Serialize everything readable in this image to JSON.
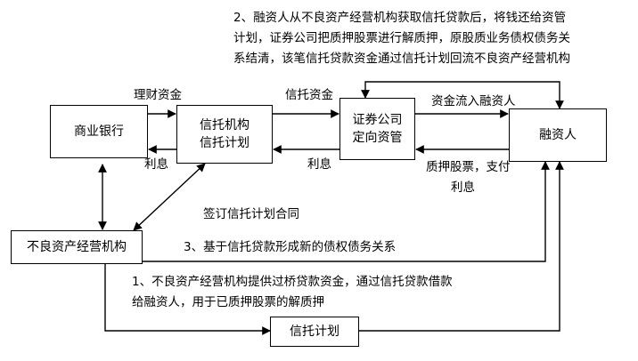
{
  "boxes": {
    "commercial_bank": "商业银行",
    "trust_institution": [
      "信托机构",
      "信托计划"
    ],
    "securities_company": [
      "证券公司",
      "定向资管"
    ],
    "borrower": "融资人",
    "npa_company": "不良资产经营机构",
    "trust_plan_bottom": "信托计划"
  },
  "edge_labels": {
    "wealth_funds": "理财资金",
    "interest_1": "利息",
    "trust_funds": "信托资金",
    "interest_2": "利息",
    "funds_to_borrower": "资金流入融资人",
    "pledge_payment": [
      "质押股票，支付",
      "利息"
    ],
    "sign_contract": "签订信托计划合同"
  },
  "notes": {
    "note_2": [
      "2、融资人从不良资产经营机构获取信托贷款后，将钱还给资管",
      "计划，证券公司把质押股票进行解质押，原股质业务债权债务关",
      "系结清，该笔信托贷款资金通过信托计划回流不良资产经营机构"
    ],
    "note_3": "3、基于信托贷款形成新的债权债务关系",
    "note_1": [
      "1、不良资产经营机构提供过桥贷款资金，通过信托贷款借款",
      "给融资人，用于已质押股票的解质押"
    ]
  },
  "colors": {
    "line": "#000000",
    "background": "#ffffff"
  }
}
